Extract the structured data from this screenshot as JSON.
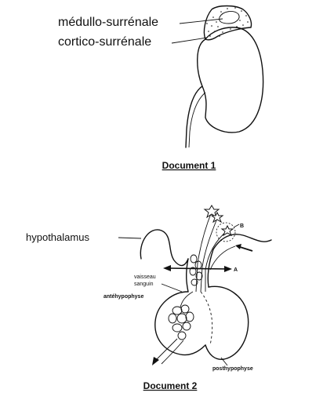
{
  "document1": {
    "caption": "Document 1",
    "labels": {
      "medulla": "médullo-surrénale",
      "cortex": "cortico-surrénale"
    }
  },
  "document2": {
    "caption": "Document 2",
    "labels": {
      "hypothalamus": "hypothalamus",
      "vessel_line1": "vaisseau",
      "vessel_line2": "sanguin",
      "anterior": "antéhypophyse",
      "posterior": "posthypophyse",
      "marker_a": "A",
      "marker_b": "B"
    }
  }
}
